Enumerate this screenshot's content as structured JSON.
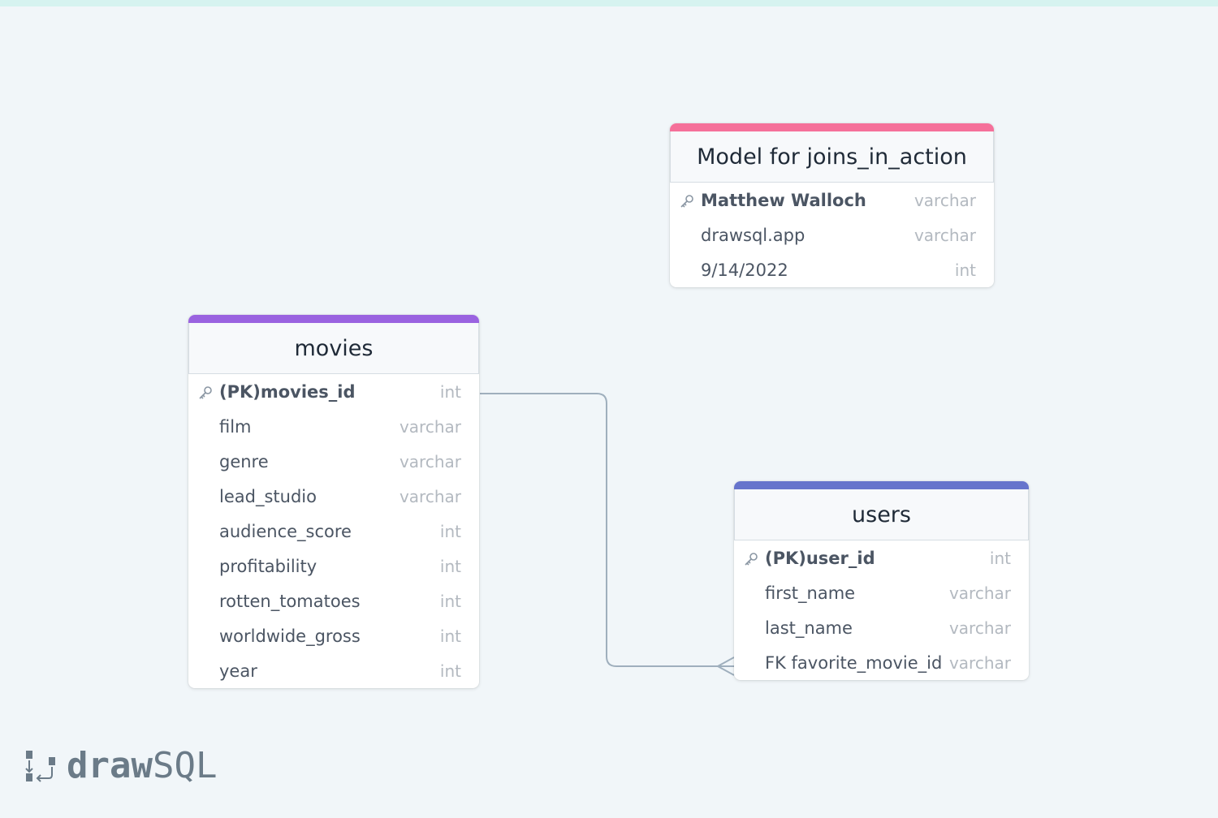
{
  "colors": {
    "background": "#f1f6f9",
    "accent_model": "#f5709a",
    "accent_movies": "#9a63e0",
    "accent_users": "#6674cc",
    "relation_line": "#9fafbd"
  },
  "brand": {
    "strong": "draw",
    "light": "SQL",
    "icon": "drawsql-logo-icon"
  },
  "tables": {
    "model": {
      "title": "Model for joins_in_action",
      "rows": [
        {
          "name": "Matthew Walloch",
          "type": "varchar",
          "pk": true
        },
        {
          "name": "drawsql.app",
          "type": "varchar"
        },
        {
          "name": "9/14/2022",
          "type": "int"
        }
      ]
    },
    "movies": {
      "title": "movies",
      "rows": [
        {
          "name": "(PK)movies_id",
          "type": "int",
          "pk": true
        },
        {
          "name": "film",
          "type": "varchar"
        },
        {
          "name": "genre",
          "type": "varchar"
        },
        {
          "name": "lead_studio",
          "type": "varchar"
        },
        {
          "name": "audience_score",
          "type": "int"
        },
        {
          "name": "profitability",
          "type": "int"
        },
        {
          "name": "rotten_tomatoes",
          "type": "int"
        },
        {
          "name": "worldwide_gross",
          "type": "int"
        },
        {
          "name": "year",
          "type": "int"
        }
      ]
    },
    "users": {
      "title": "users",
      "rows": [
        {
          "name": "(PK)user_id",
          "type": "int",
          "pk": true
        },
        {
          "name": "first_name",
          "type": "varchar"
        },
        {
          "name": "last_name",
          "type": "varchar"
        },
        {
          "name": "FK favorite_movie_id",
          "type": "varchar"
        }
      ]
    }
  },
  "relations": [
    {
      "from": "movies.(PK)movies_id",
      "to": "users.FK favorite_movie_id",
      "cardinality": "one-to-many"
    }
  ]
}
